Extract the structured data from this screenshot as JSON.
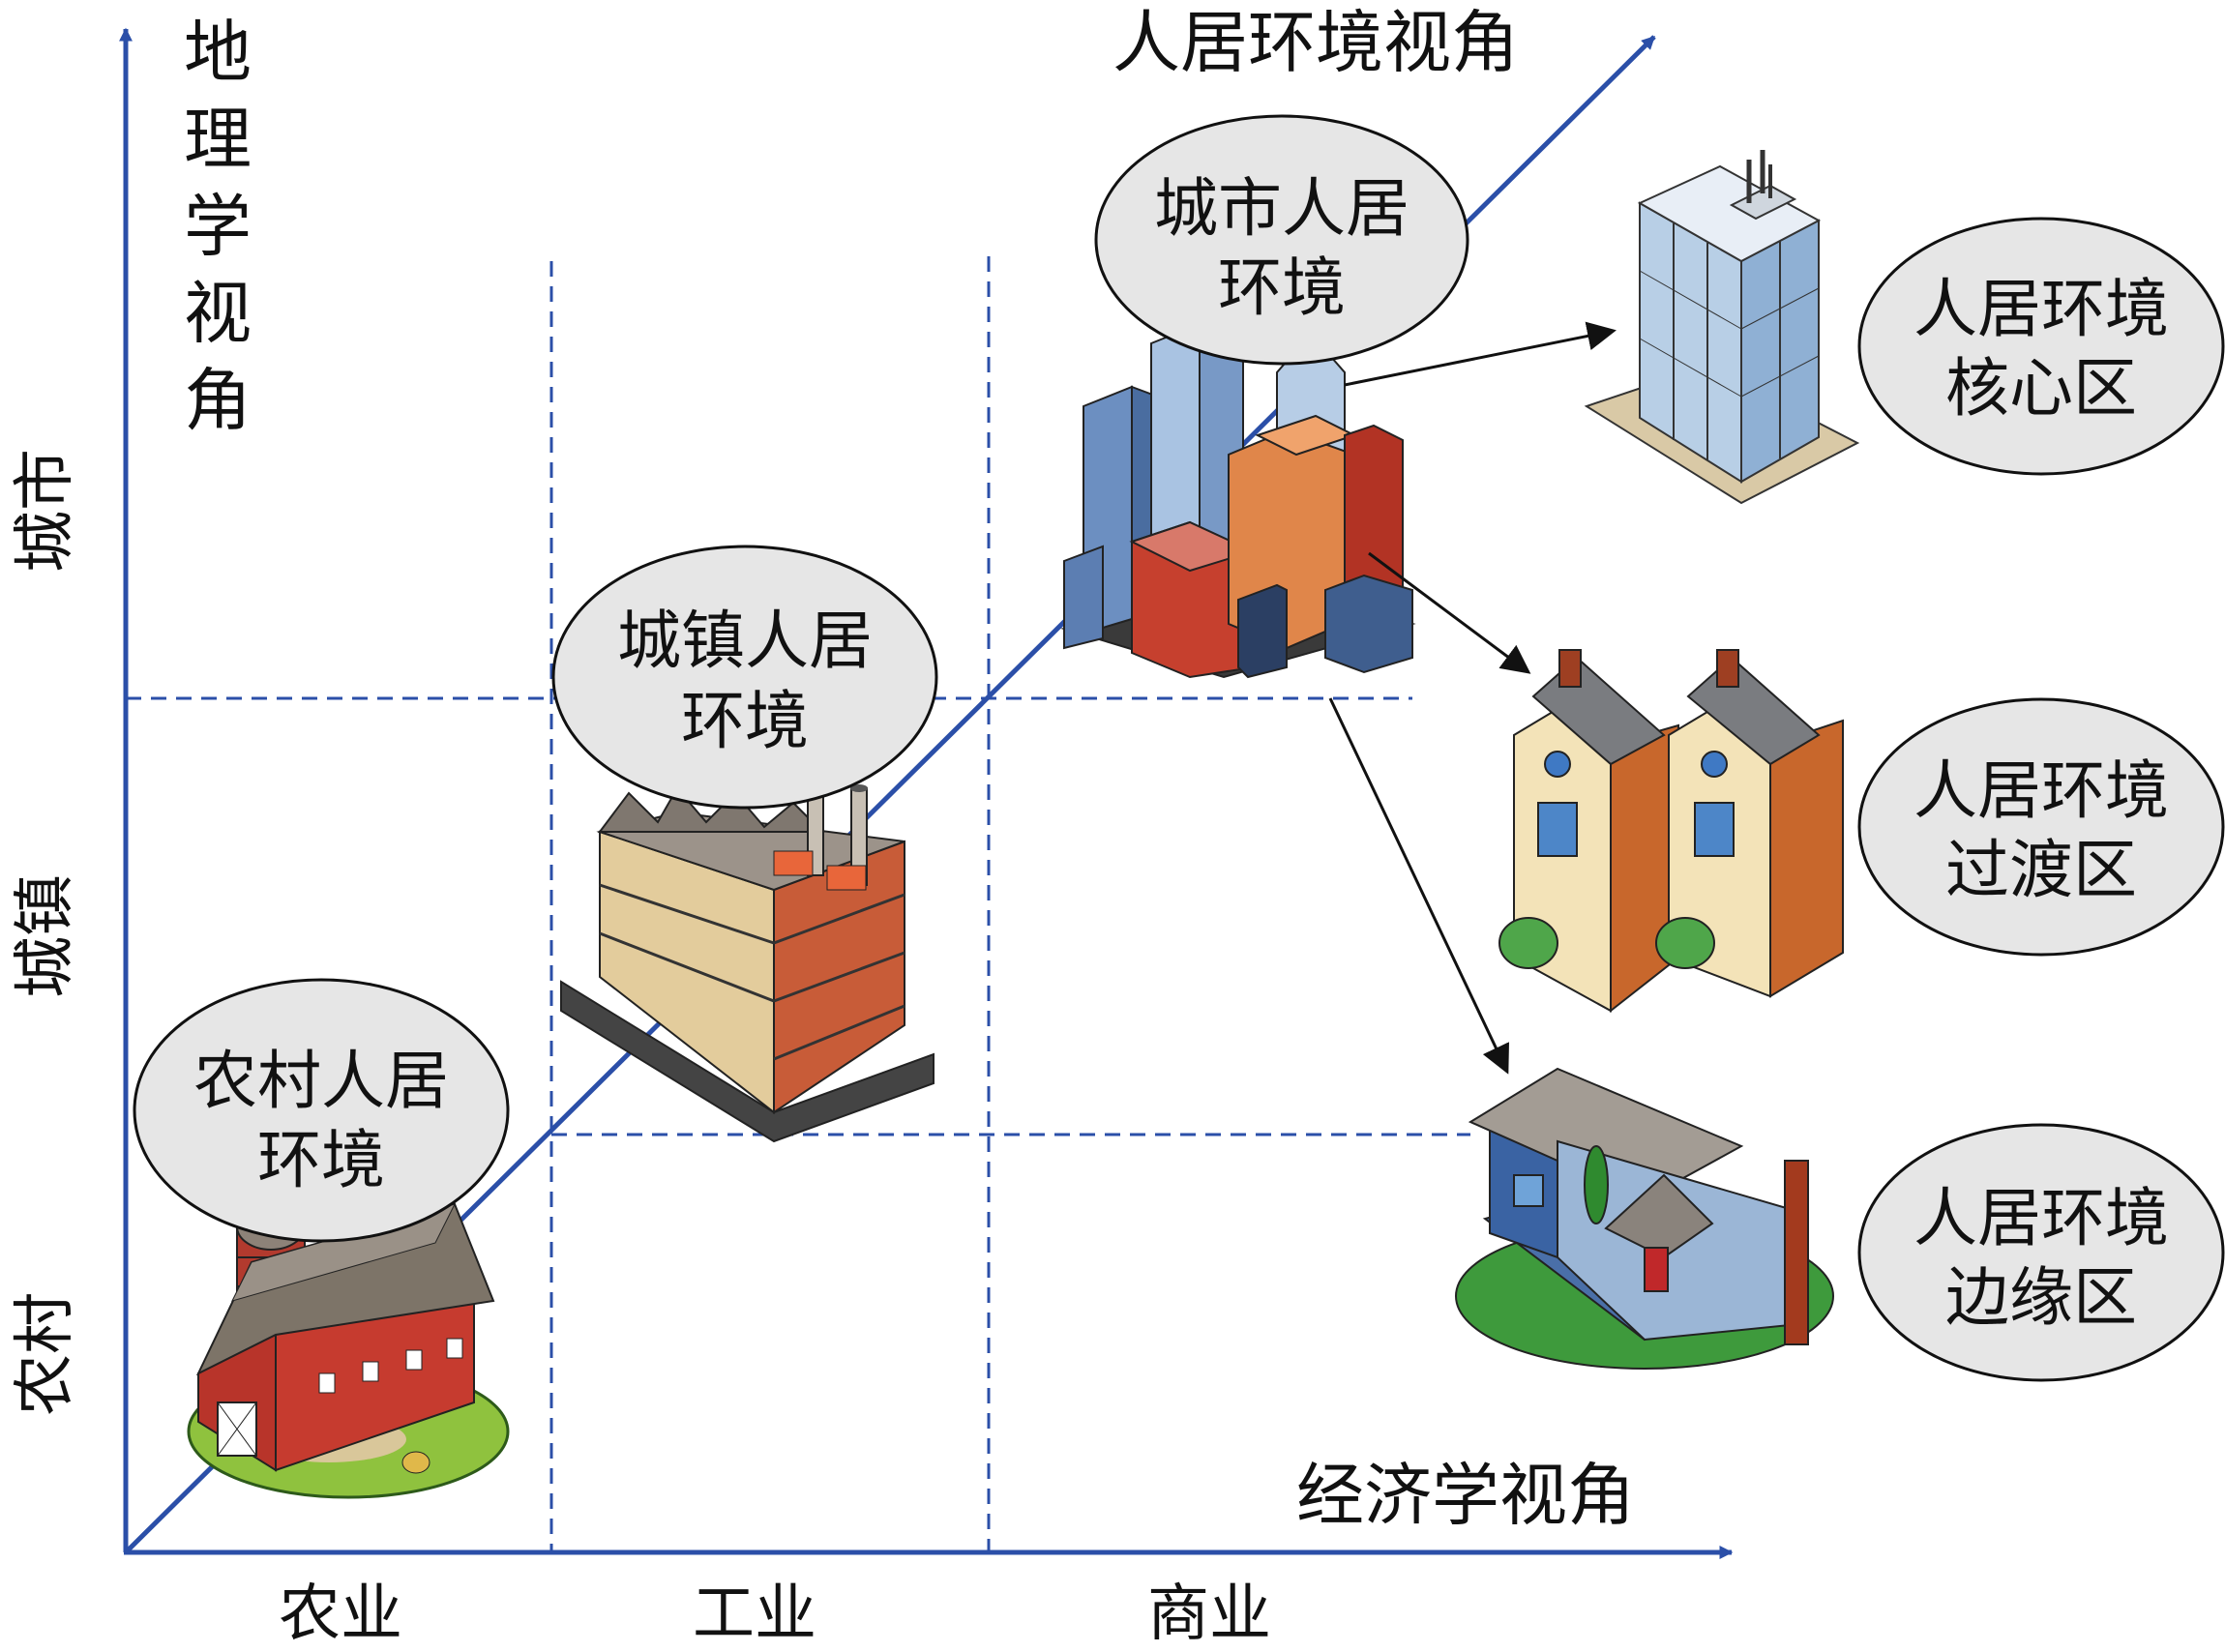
{
  "colors": {
    "axis": "#2b4fa8",
    "dash": "#2b4fa8",
    "bubble_fill": "#e6e6e6",
    "bubble_stroke": "#111111"
  },
  "axes": {
    "y_title": [
      "地",
      "理",
      "学",
      "视",
      "角"
    ],
    "x_title": "经济学视角",
    "diag_title": "人居环境视角",
    "y_levels": {
      "city": "城市",
      "town": "城镇",
      "rural": "农村"
    },
    "x_levels": {
      "agri": "农业",
      "industry": "工业",
      "commerce": "商业"
    }
  },
  "bubbles": {
    "rural": {
      "line1": "农村人居",
      "line2": "环境"
    },
    "town": {
      "line1": "城镇人居",
      "line2": "环境"
    },
    "city": {
      "line1": "城市人居",
      "line2": "环境"
    }
  },
  "zones": {
    "core": {
      "line1": "人居环境",
      "line2": "核心区"
    },
    "transition": {
      "line1": "人居环境",
      "line2": "过渡区"
    },
    "edge": {
      "line1": "人居环境",
      "line2": "边缘区"
    }
  },
  "icons": {
    "barn": "barn-icon",
    "factory": "factory-icon",
    "city": "city-buildings-icon",
    "skyscraper": "skyscraper-icon",
    "townhouses": "townhouses-icon",
    "house": "suburban-house-icon"
  }
}
